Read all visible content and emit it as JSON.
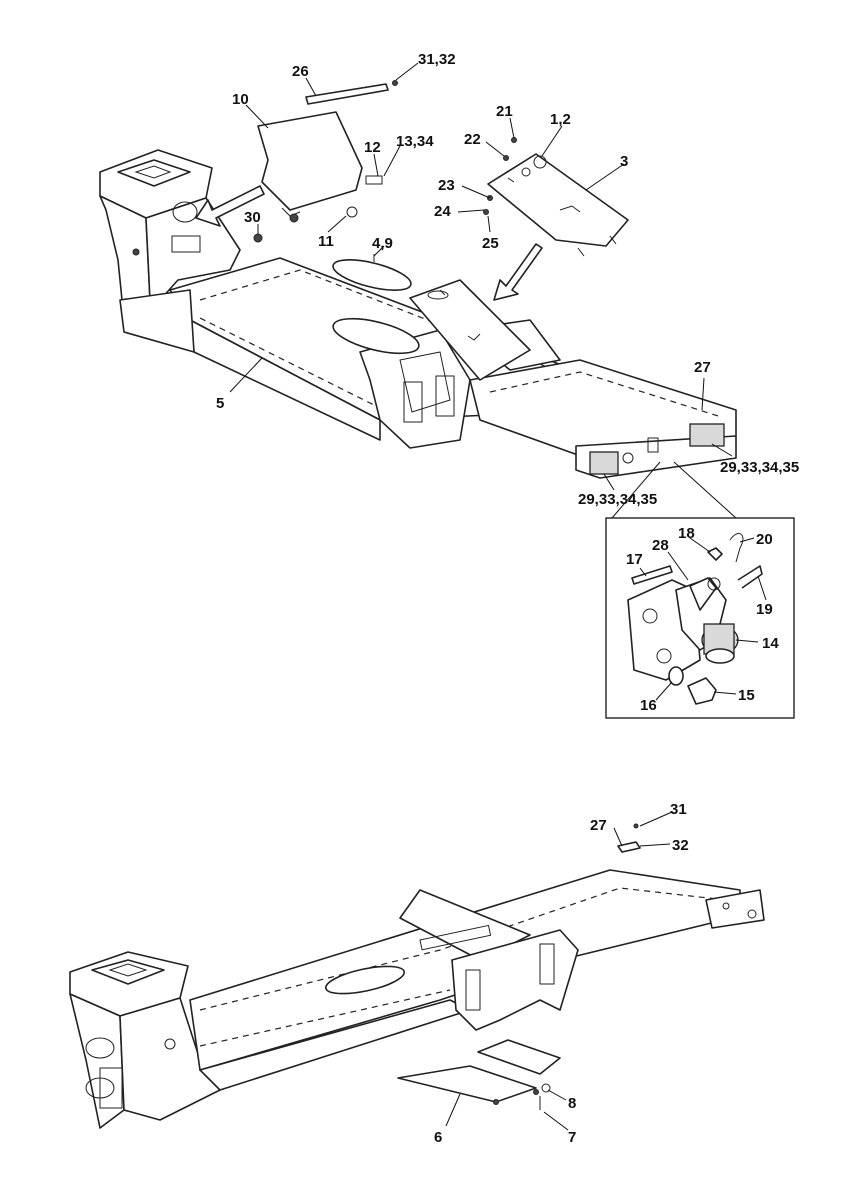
{
  "callouts": {
    "p31_32_top": "31,32",
    "p26": "26",
    "p10": "10",
    "p12": "12",
    "p13_34": "13,34",
    "p21": "21",
    "p22": "22",
    "p1_2": "1,2",
    "p3": "3",
    "p23": "23",
    "p24": "24",
    "p25": "25",
    "p30": "30",
    "p11": "11",
    "p4_9": "4,9",
    "p5": "5",
    "p27_top": "27",
    "p29_33_34_35_right": "29,33,34,35",
    "p29_33_34_35_left": "29,33,34,35",
    "p18": "18",
    "p20": "20",
    "p28": "28",
    "p17": "17",
    "p19": "19",
    "p14": "14",
    "p16": "16",
    "p15": "15",
    "p31_bottom": "31",
    "p27_bottom": "27",
    "p32_bottom": "32",
    "p8": "8",
    "p6": "6",
    "p7": "7"
  }
}
